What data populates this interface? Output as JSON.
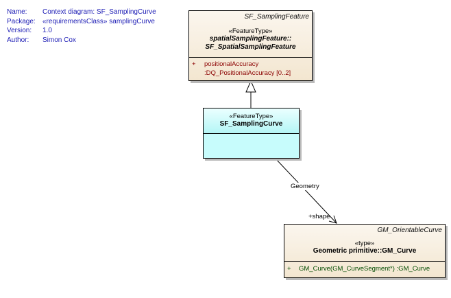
{
  "metadata": {
    "rows": [
      {
        "key": "Name:",
        "value": "Context diagram: SF_SamplingCurve"
      },
      {
        "key": "Package:",
        "value": "«requirementsClass» samplingCurve"
      },
      {
        "key": "Version:",
        "value": "1.0"
      },
      {
        "key": "Author:",
        "value": "Simon Cox"
      }
    ]
  },
  "sampling_feature": {
    "external_name": "SF_SamplingFeature",
    "stereotype": "«FeatureType»",
    "name_line1": "spatialSamplingFeature::",
    "name_line2": "SF_SpatialSamplingFeature",
    "attr_visibility": "+",
    "attr_name": "positionalAccuracy",
    "attr_type": ":DQ_PositionalAccuracy [0..2]"
  },
  "sampling_curve": {
    "stereotype": "«FeatureType»",
    "name": "SF_SamplingCurve"
  },
  "orientable_curve": {
    "external_name": "GM_OrientableCurve",
    "stereotype": "«type»",
    "name": "Geometric primitive::GM_Curve",
    "op_visibility": "+",
    "op_signature": "GM_Curve(GM_CurveSegment*)  :GM_Curve"
  },
  "association": {
    "name": "Geometry",
    "target_role": "+shape"
  },
  "colors": {
    "metadata_text": "#1a1ab4",
    "class_fill_tan": "#f3e6d0",
    "class_fill_cyan": "#c7fcfc",
    "attribute_text": "#8b0000",
    "operation_text": "#004b00"
  }
}
